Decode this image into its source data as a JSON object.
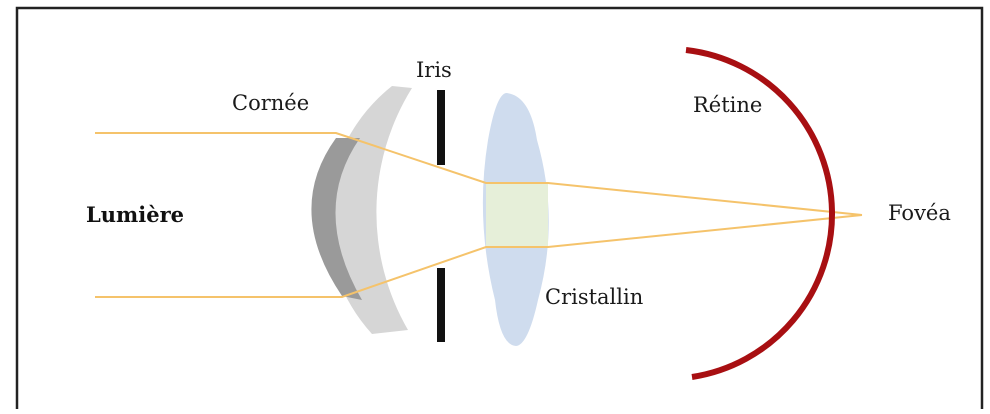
{
  "labels": {
    "iris": "Iris",
    "cornea": "Cornée",
    "retina": "Rétine",
    "light": "Lumière",
    "fovea": "Fovéa",
    "lens": "Cristallin"
  },
  "colors": {
    "frame_border": "#222222",
    "light_ray": "#f5c36b",
    "cornea_outer": "#d6d6d6",
    "cornea_inner": "#9a9a9a",
    "iris": "#111111",
    "lens": "#cfdcee",
    "lens_center": "#e6efd9",
    "retina": "#a80f12"
  }
}
